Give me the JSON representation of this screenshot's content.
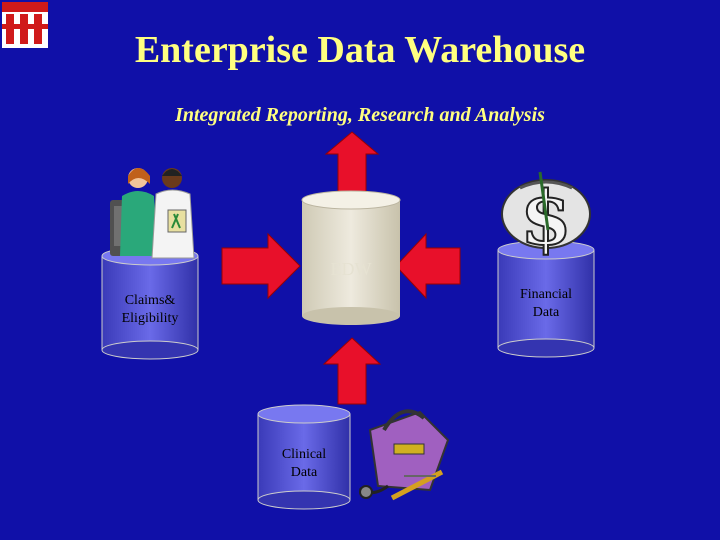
{
  "slide": {
    "title": "Enterprise Data Warehouse",
    "subtitle": "Integrated Reporting, Research and Analysis"
  },
  "nodes": {
    "edw": {
      "label": "EDW"
    },
    "claims": {
      "label_line1": "Claims&",
      "label_line2": "Eligibility"
    },
    "financial": {
      "label_line1": "Financial",
      "label_line2": "Data"
    },
    "clinical": {
      "label_line1": "Clinical",
      "label_line2": "Data"
    }
  },
  "colors": {
    "background": "#1010a8",
    "title": "#ffff80",
    "arrow": "#e8102a",
    "cylinder": "#5a5ad8",
    "edw_cylinder": "#e0dccb"
  },
  "icons": {
    "logo": "university-logo-icon",
    "claims": "staff-people-icon",
    "financial": "dollar-sign-icon",
    "clinical": "medical-bag-icon"
  }
}
